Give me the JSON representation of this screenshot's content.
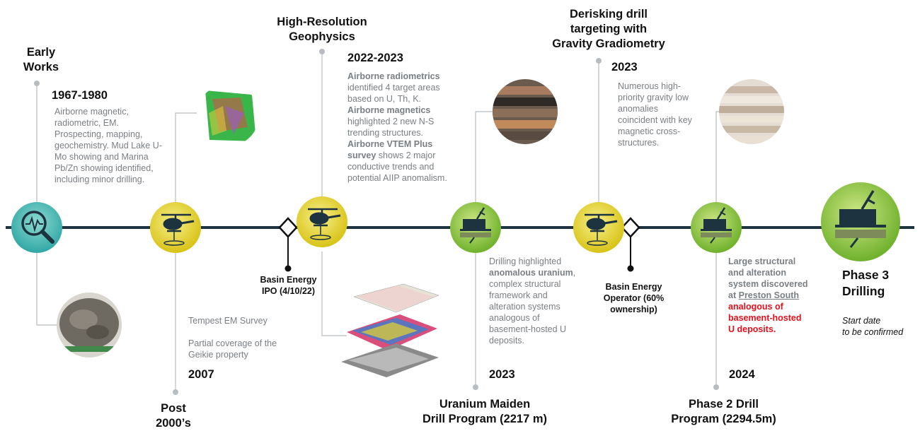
{
  "milestones": {
    "early_works": {
      "title_line1": "Early",
      "title_line2": "Works",
      "year": "1967-1980",
      "description": "Airborne magnetic, radiometric, EM. Prospecting, mapping, geochemistry. Mud Lake U-Mo showing and Marina Pb/Zn showing identified, including minor drilling."
    },
    "post_2000s": {
      "title_line1": "Post",
      "title_line2": "2000’s",
      "year": "2007",
      "description_line1": "Tempest EM Survey",
      "description_line2": "Partial coverage of the Geikie property"
    },
    "high_res_geophysics": {
      "title_line1": "High-Resolution",
      "title_line2": "Geophysics",
      "year": "2022-2023",
      "bold1": "Airborne radiometrics",
      "text1": "identified 4 target areas based on U, Th, K.",
      "bold2": "Airborne magnetics",
      "text2": "highlighted 2 new N-S trending structures.",
      "bold3": "Airborne VTEM Plus survey",
      "text3": "shows 2 major conductive trends and potential AIIP anomalism."
    },
    "ipo": {
      "line1": "Basin Energy",
      "line2": "IPO (4/10/22)"
    },
    "uranium_maiden": {
      "title_line1": "Uranium Maiden",
      "title_line2": "Drill Program (2217 m)",
      "year": "2023",
      "text_pre": "Drilling highlighted",
      "bold": "anomalous uranium",
      "text_post": ", complex structural framework and alteration systems analogous of basement-hosted U deposits."
    },
    "gravity": {
      "title_line1": "Derisking drill",
      "title_line2": "targeting with",
      "title_line3": "Gravity Gradiometry",
      "year": "2023",
      "description": "Numerous high-priority gravity low anomalies coincident with key magnetic cross-structures."
    },
    "operator": {
      "line1": "Basin Energy",
      "line2": "Operator (60%",
      "line3": "ownership)"
    },
    "phase2": {
      "title_line1": "Phase 2 Drill",
      "title_line2": "Program (2294.5m)",
      "year": "2024",
      "text1": "Large structural and alteration system discovered at",
      "underlined": "Preston South",
      "red": "analogous of basement-hosted U deposits."
    },
    "phase3": {
      "title_line1": "Phase 3",
      "title_line2": "Drilling",
      "note_line1": "Start date",
      "note_line2": "to be confirmed"
    }
  },
  "colors": {
    "timeline": "#1e3340",
    "teal": "#3fb7b1",
    "yellow": "#e8d21d",
    "green": "#8fbf3a",
    "red_text": "#e5101a",
    "grey_text": "#7a7f84"
  },
  "icons": [
    "magnifier-pulse-icon",
    "helicopter-icon",
    "drill-rig-icon",
    "diamond-marker-icon"
  ]
}
